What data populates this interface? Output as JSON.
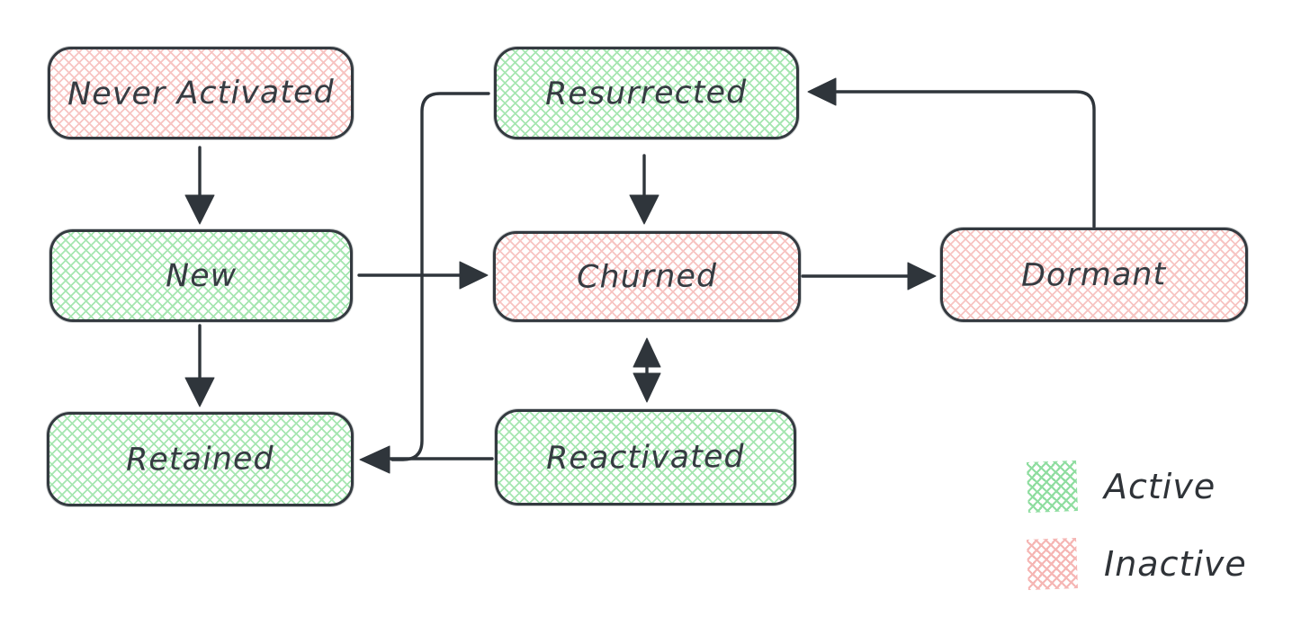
{
  "diagram": {
    "type": "flowchart",
    "subject": "user-lifecycle-states",
    "nodes": [
      {
        "id": "never-activated",
        "label": "Never Activated",
        "status": "inactive"
      },
      {
        "id": "new",
        "label": "New",
        "status": "active"
      },
      {
        "id": "retained",
        "label": "Retained",
        "status": "active"
      },
      {
        "id": "resurrected",
        "label": "Resurrected",
        "status": "active"
      },
      {
        "id": "churned",
        "label": "Churned",
        "status": "inactive"
      },
      {
        "id": "reactivated",
        "label": "Reactivated",
        "status": "active"
      },
      {
        "id": "dormant",
        "label": "Dormant",
        "status": "inactive"
      }
    ],
    "edges": [
      {
        "from": "never-activated",
        "to": "new",
        "bidirectional": false
      },
      {
        "from": "new",
        "to": "retained",
        "bidirectional": false
      },
      {
        "from": "new",
        "to": "churned",
        "bidirectional": false
      },
      {
        "from": "resurrected",
        "to": "churned",
        "bidirectional": false
      },
      {
        "from": "churned",
        "to": "reactivated",
        "bidirectional": true
      },
      {
        "from": "churned",
        "to": "dormant",
        "bidirectional": false
      },
      {
        "from": "dormant",
        "to": "resurrected",
        "bidirectional": false
      },
      {
        "from": "resurrected",
        "to": "retained",
        "bidirectional": false
      },
      {
        "from": "reactivated",
        "to": "retained",
        "bidirectional": false
      }
    ],
    "legend": [
      {
        "label": "Active",
        "status": "active",
        "swatch_color": "#8fdda0"
      },
      {
        "label": "Inactive",
        "status": "inactive",
        "swatch_color": "#f5b6b4"
      }
    ],
    "colors": {
      "active_hatch": "#a6e6b1",
      "inactive_hatch": "#f7c4c2",
      "node_border": "#343a40",
      "arrow": "#2f353b",
      "text": "#363c42",
      "background": "#ffffff"
    }
  }
}
